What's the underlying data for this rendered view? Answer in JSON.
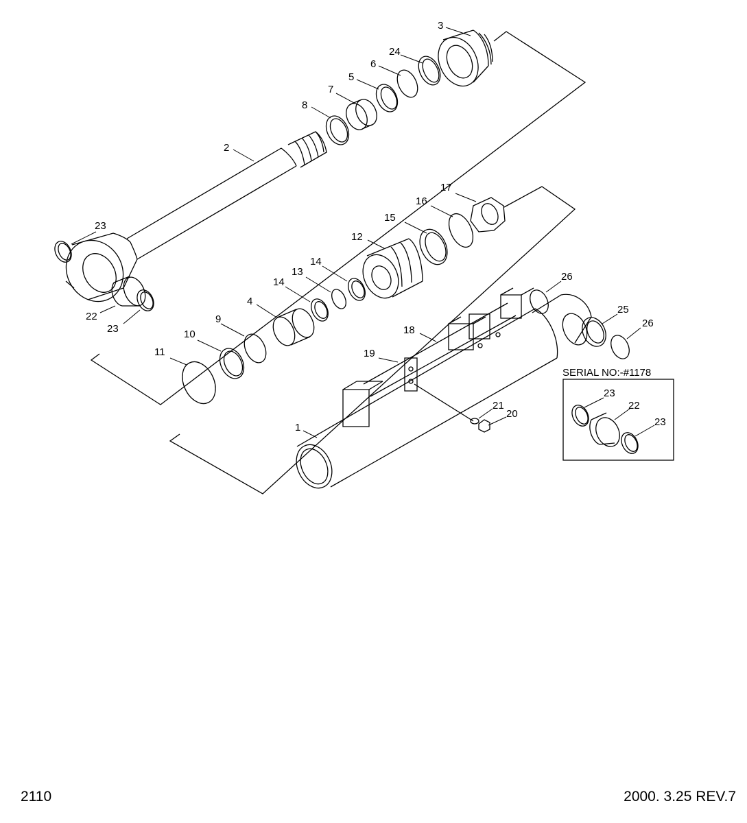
{
  "diagram": {
    "serial_label": "SERIAL NO:-#1178",
    "callouts": {
      "c3": "3",
      "c24": "24",
      "c6": "6",
      "c5": "5",
      "c7": "7",
      "c8": "8",
      "c2": "2",
      "c23a": "23",
      "c22a": "22",
      "c23b": "23",
      "c17": "17",
      "c16": "16",
      "c15": "15",
      "c12": "12",
      "c14a": "14",
      "c13": "13",
      "c14b": "14",
      "c4": "4",
      "c9": "9",
      "c10": "10",
      "c11": "11",
      "c26a": "26",
      "c25": "25",
      "c26b": "26",
      "c18": "18",
      "c19": "19",
      "c21": "21",
      "c20": "20",
      "c1": "1",
      "c23c": "23",
      "c22b": "22",
      "c23d": "23"
    }
  },
  "footer": {
    "page_number": "2110",
    "date_revision": "2000. 3.25  REV.7"
  }
}
